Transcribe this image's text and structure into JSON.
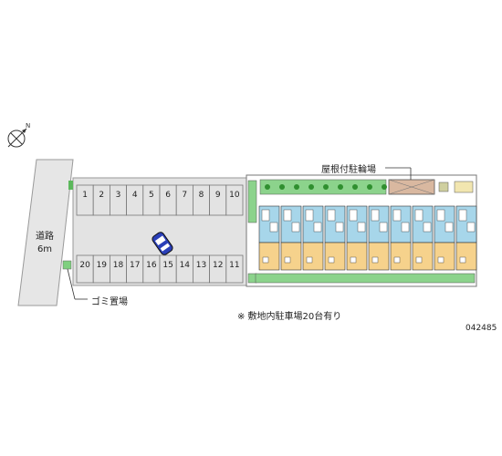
{
  "road": {
    "label": "道路",
    "width": "6m"
  },
  "labels": {
    "bike_parking": "屋根付駐輪場",
    "garbage": "ゴミ置場",
    "note": "※ 敷地内駐車場20台有り",
    "code": "042485"
  },
  "parking": {
    "top_row": [
      "1",
      "2",
      "3",
      "4",
      "5",
      "6",
      "7",
      "8",
      "9",
      "10"
    ],
    "bottom_row": [
      "20",
      "19",
      "18",
      "17",
      "16",
      "15",
      "14",
      "13",
      "12",
      "11"
    ]
  },
  "colors": {
    "lot": "#e3e3e3",
    "road": "#e6e6e6",
    "greenery": "#5cb85c",
    "unit_upper": "#a7d6ea",
    "unit_lower": "#f6d28c",
    "car": "#2a3fb8",
    "bike_roof": "#d9b8a0"
  },
  "icons": [
    "compass-icon",
    "car-icon"
  ]
}
